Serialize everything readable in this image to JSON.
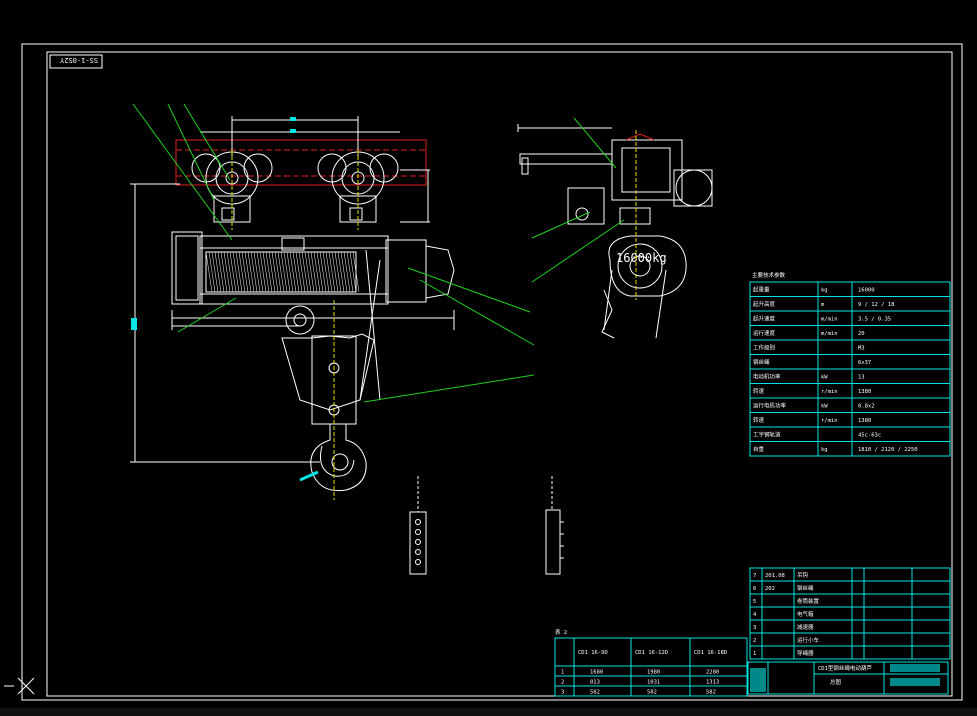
{
  "drawing": {
    "stamp_code": "SS-1-0S2Y",
    "load_label": "16000kg",
    "table_title": "主要技术参数",
    "specs_table": [
      [
        "起重量",
        "kg",
        "16000"
      ],
      [
        "起升高度",
        "m",
        "9 / 12 / 18"
      ],
      [
        "起升速度",
        "m/min",
        "3.5  / 0.35"
      ],
      [
        "运行速度",
        "m/min",
        "20"
      ],
      [
        "工作级别",
        "",
        "M3"
      ],
      [
        "钢丝绳",
        "",
        "6x37"
      ],
      [
        "电动机功率",
        "kW",
        "13"
      ],
      [
        "转速",
        "r/min",
        "1380"
      ],
      [
        "运行电机功率",
        "kW",
        "0.8x2"
      ],
      [
        "转速",
        "r/min",
        "1380"
      ],
      [
        "工字钢轨道",
        "",
        "45c-63c"
      ],
      [
        "自重",
        "kg",
        "1810 / 2120 / 2250"
      ]
    ],
    "parts_table": [
      [
        "7",
        "201.08",
        "吊钩"
      ],
      [
        "6",
        "202",
        "钢丝绳"
      ],
      [
        "5",
        "",
        "卷筒装置"
      ],
      [
        "4",
        "",
        "电气箱"
      ],
      [
        "3",
        "",
        "减速器"
      ],
      [
        "2",
        "",
        "运行小车"
      ],
      [
        "1",
        "",
        "导绳器"
      ]
    ],
    "bottom_table_title": "表 2",
    "bottom_table": {
      "headers": [
        "CD1 16-9D",
        "CD1 16-12D",
        "CD1 16-18D"
      ],
      "rows": [
        [
          "1",
          "1680",
          "1980",
          "2280"
        ],
        [
          "2",
          "813",
          "1031",
          "1313"
        ],
        [
          "3",
          "582",
          "582",
          "582"
        ]
      ]
    },
    "title_block": {
      "name": "CD1型钢丝绳电动葫芦",
      "sheet": "总图"
    }
  },
  "colors": {
    "frame": "#00e5e5",
    "geometry": "#ffffff",
    "rail": "#e02020",
    "leader": "#20d020",
    "centerline": "#e0e000"
  }
}
